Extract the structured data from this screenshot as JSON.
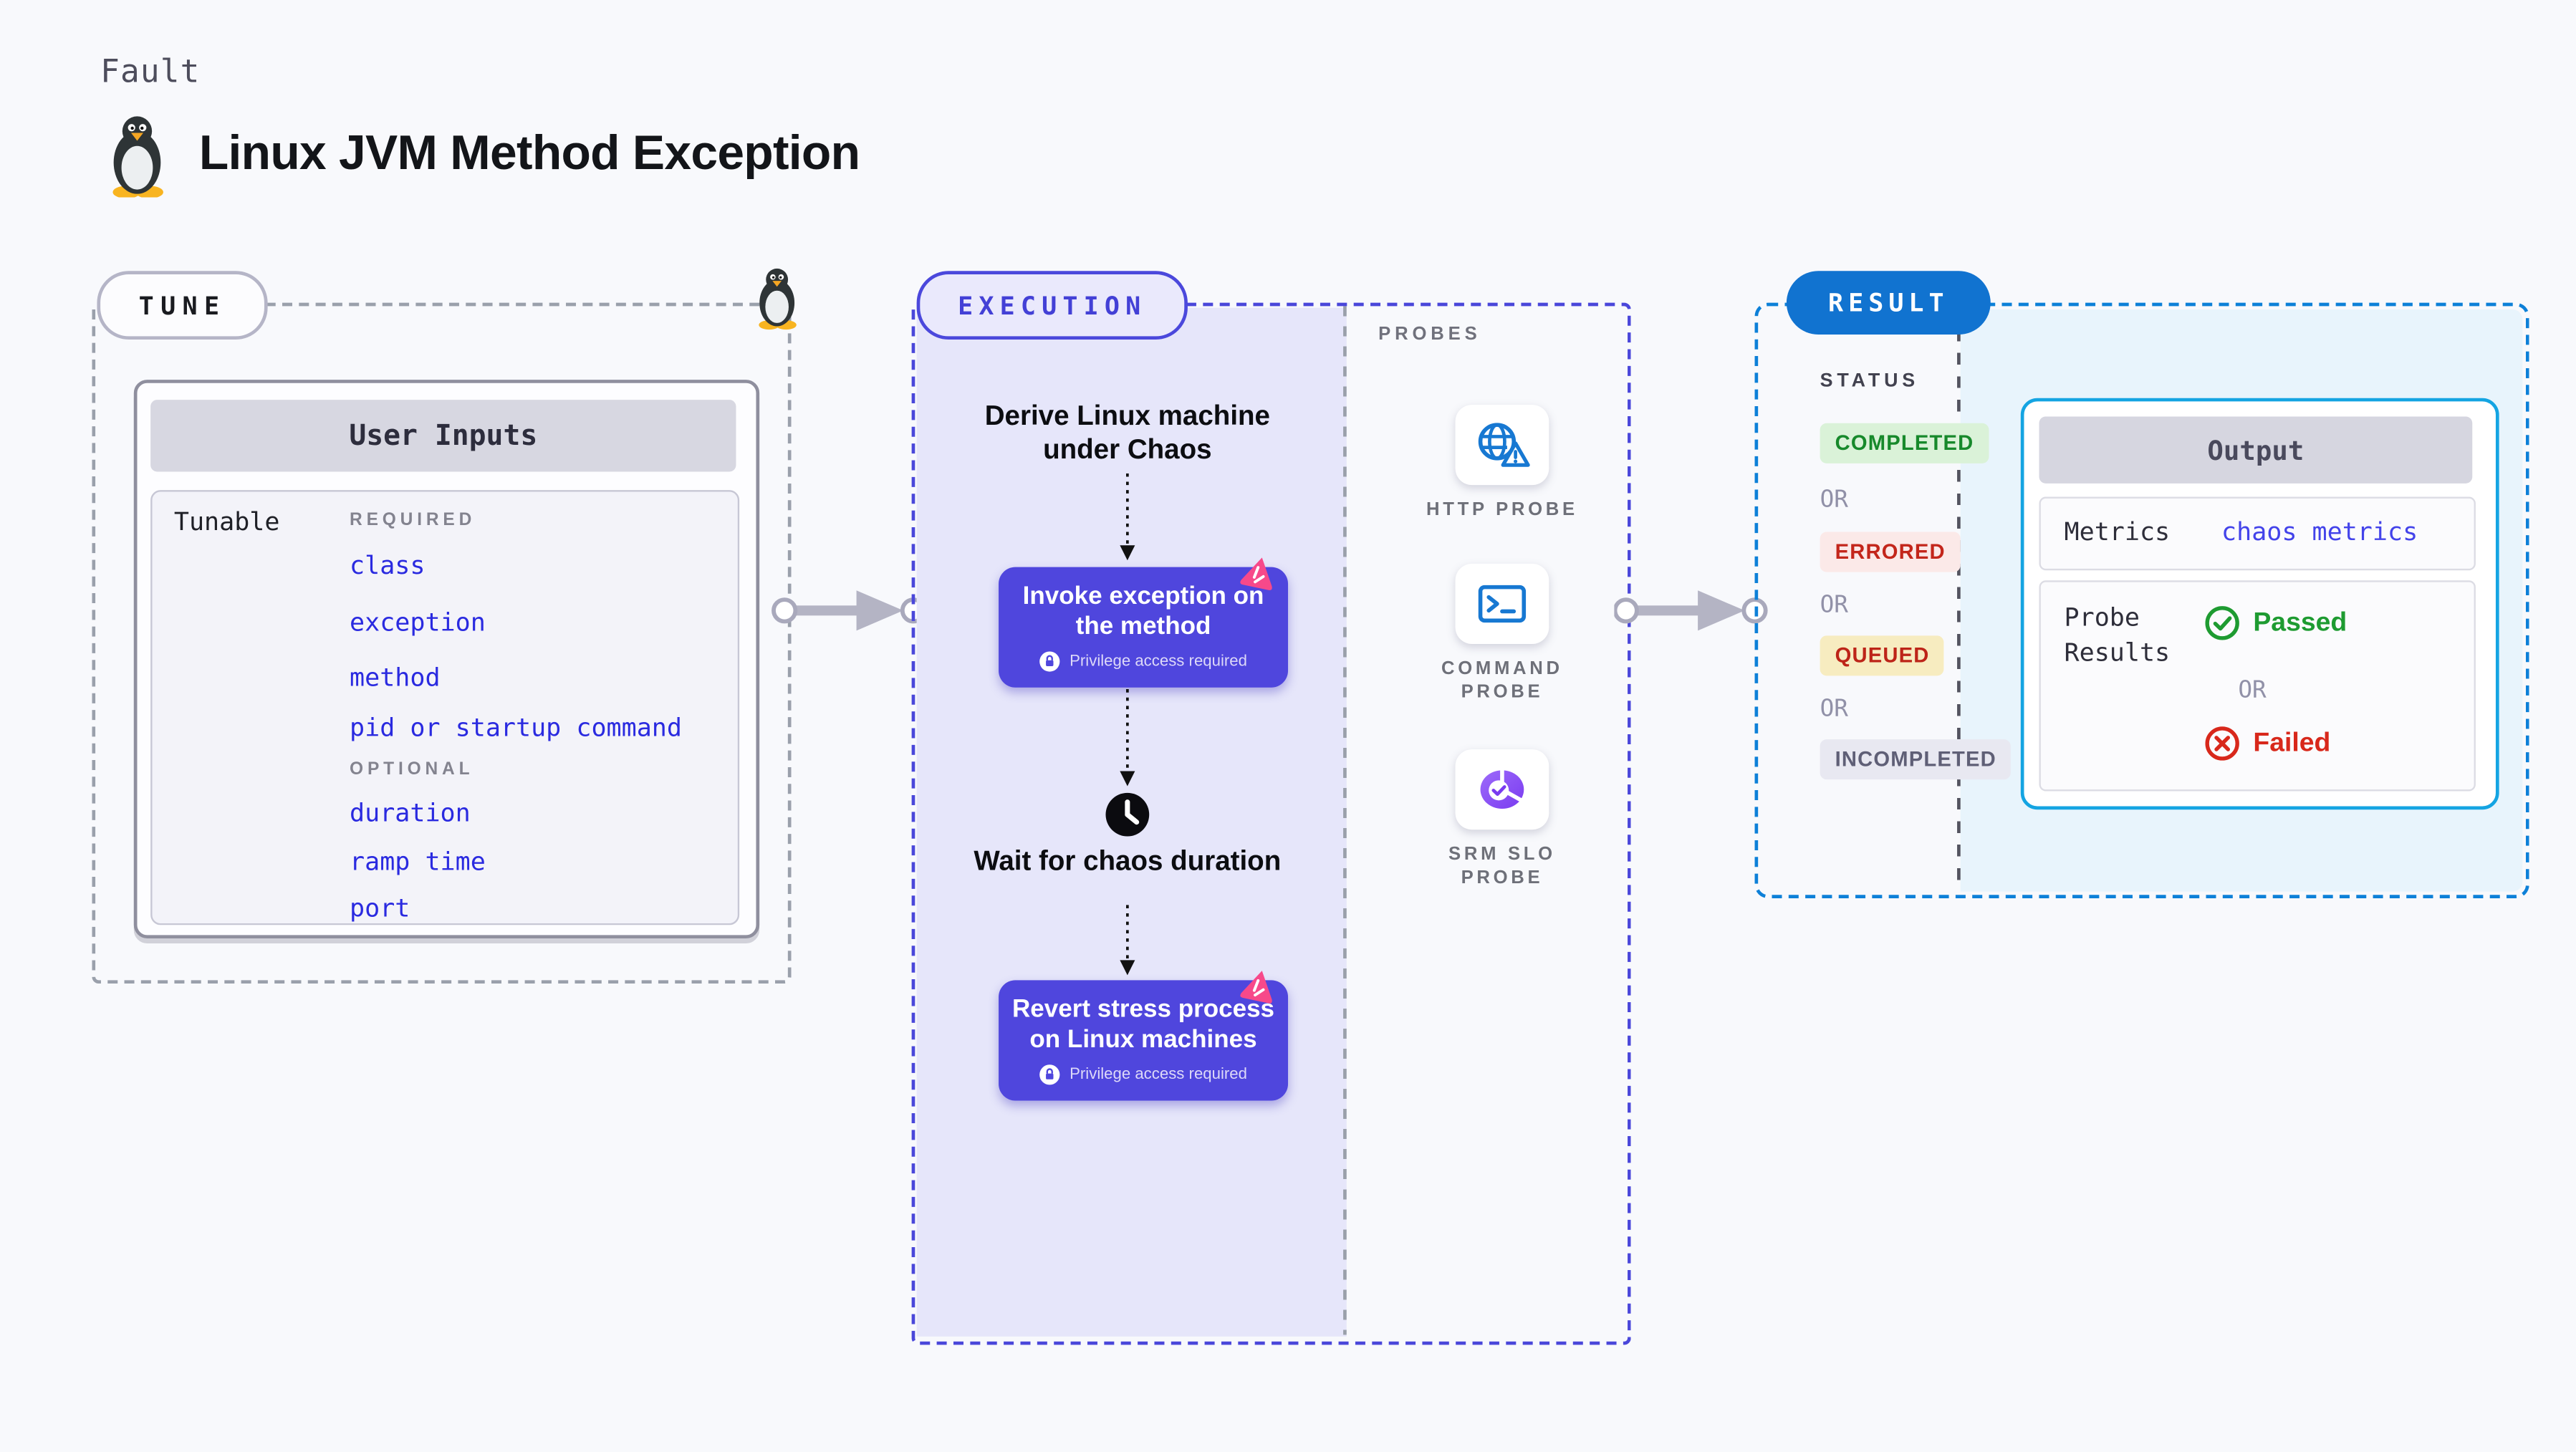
{
  "page": {
    "kicker": "Fault",
    "title": "Linux JVM Method Exception"
  },
  "tune": {
    "label": "TUNE",
    "card_title": "User Inputs",
    "row_label": "Tunable",
    "required_heading": "REQUIRED",
    "required_items": [
      "class",
      "exception",
      "method",
      "pid or startup command"
    ],
    "optional_heading": "OPTIONAL",
    "optional_items": [
      "duration",
      "ramp time",
      "port"
    ]
  },
  "execution": {
    "label": "EXECUTION",
    "start_node": "Derive Linux machine under Chaos",
    "invoke_node": {
      "title": "Invoke exception on the method",
      "badge": "Privilege access required"
    },
    "wait_node": "Wait for chaos duration",
    "revert_node": {
      "title": "Revert stress process on Linux machines",
      "badge": "Privilege access required"
    }
  },
  "probes": {
    "label": "PROBES",
    "items": [
      {
        "name": "HTTP PROBE",
        "icon": "globe-alert-icon",
        "lines": [
          "HTTP PROBE"
        ]
      },
      {
        "name": "COMMAND PROBE",
        "icon": "terminal-icon",
        "lines": [
          "COMMAND",
          "PROBE"
        ]
      },
      {
        "name": "SRM SLO PROBE",
        "icon": "slo-pie-icon",
        "lines": [
          "SRM SLO",
          "PROBE"
        ]
      }
    ]
  },
  "result": {
    "label": "RESULT",
    "status_heading": "STATUS",
    "or_label": "OR",
    "statuses": [
      {
        "label": "COMPLETED",
        "bg": "#daf2d8",
        "fg": "#17892b"
      },
      {
        "label": "ERRORED",
        "bg": "#fbe9e8",
        "fg": "#c3261b"
      },
      {
        "label": "QUEUED",
        "bg": "#f7ecc0",
        "fg": "#bd2418"
      },
      {
        "label": "INCOMPLETED",
        "bg": "#e8e8f1",
        "fg": "#5f5f76"
      }
    ],
    "output": {
      "title": "Output",
      "metrics_label": "Metrics",
      "metrics_value": "chaos metrics",
      "probe_results_label": "Probe Results",
      "passed_label": "Passed",
      "or_label": "OR",
      "failed_label": "Failed"
    }
  },
  "colors": {
    "page_bg": "#f8f9fc",
    "accent_indigo": "#4f46dd",
    "execution_border": "#4a47da",
    "execution_fill": "#e6e6fa",
    "tune_border": "#9aa0ab",
    "result_border": "#0d80d8",
    "result_fill": "#e8f4fc",
    "result_pill_bg": "#1173d0",
    "output_border": "#14a4e2",
    "node_pink": "#f7498a",
    "probe_icon_blue": "#1778d2",
    "probe_icon_purple": "#8a4ff2",
    "link_blue": "#2a2ae0",
    "passed_green": "#1e9b31",
    "failed_red": "#d8281b"
  }
}
